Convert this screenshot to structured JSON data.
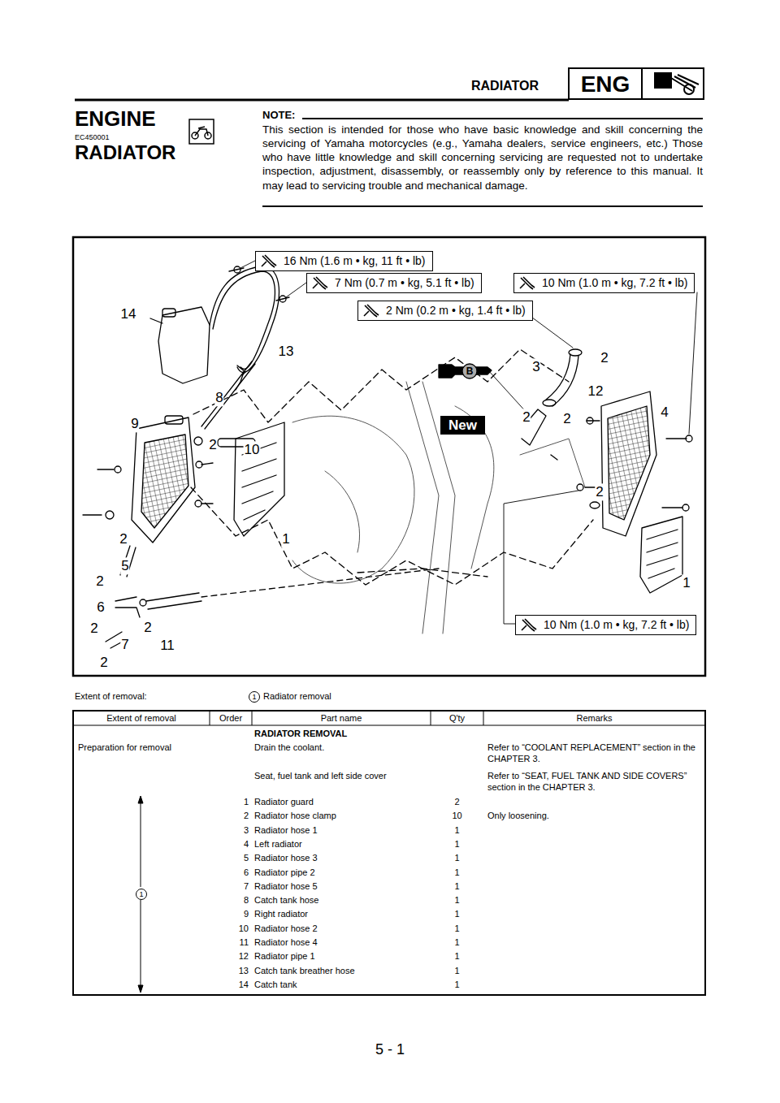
{
  "diagram": {
    "nodes": [
      {
        "text": [
          "16 Nm (1.6 m • kg, 11 ft • lb)"
        ]
      },
      {
        "text": [
          "7 Nm (0.7 m • kg, 5.1 ft • lb)"
        ]
      },
      {
        "text": [
          "10 Nm (1.0 m • kg, 7.2 ft • lb)"
        ]
      },
      {
        "text": [
          "2 Nm (0.2 m • kg, 1.4 ft • lb)"
        ]
      },
      {
        "text": [
          "New"
        ]
      },
      {
        "text": [
          "10 Nm (1.0 m • kg, 7.2 ft • lb)"
        ]
      }
    ],
    "labels": [
      "RADIATOR",
      "ENG",
      "ENGINE",
      "EC450001",
      "RADIATOR",
      "NOTE:",
      "This section is intended for those who have basic knowledge and skill concerning the servicing of Yamaha motorcycles (e.g., Yamaha dealers, service engineers, etc.) Those who have little knowledge and skill concerning servicing are requested not to undertake inspection, adjustment, disassembly, or reassembly only by reference to this manual. It may lead to servicing trouble and mechanical damage.",
      "14",
      "13",
      "8",
      "9",
      "2",
      "10",
      "2",
      "5",
      "2",
      "6",
      "2",
      "2",
      "7",
      "2",
      "11",
      "1",
      "3",
      "2",
      "12",
      "2",
      "2",
      "4",
      "2",
      "1",
      "B",
      "Extent of removal:",
      "1",
      "Radiator removal",
      "Extent of removal",
      "Order",
      "Part name",
      "Q'ty",
      "Remarks",
      "RADIATOR REMOVAL",
      "Preparation for removal",
      "Drain the coolant.",
      "Refer to “COOLANT REPLACEMENT” section in the CHAPTER 3.",
      "Seat, fuel tank and left side cover",
      "Refer to “SEAT, FUEL TANK AND SIDE COVERS” section in the CHAPTER 3.",
      "1",
      "Radiator guard",
      "2",
      "2",
      "Radiator hose clamp",
      "10",
      "Only loosening.",
      "3",
      "Radiator hose 1",
      "1",
      "4",
      "Left radiator",
      "1",
      "5",
      "Radiator hose 3",
      "1",
      "6",
      "Radiator pipe 2",
      "1",
      "7",
      "Radiator hose 5",
      "1",
      "8",
      "Catch tank hose",
      "1",
      "9",
      "Right radiator",
      "1",
      "10",
      "Radiator hose 2",
      "1",
      "11",
      "Radiator hose 4",
      "1",
      "12",
      "Radiator pipe 1",
      "1",
      "13",
      "Catch tank breather hose",
      "1",
      "14",
      "Catch tank",
      "1",
      "1",
      "5 - 1"
    ]
  }
}
